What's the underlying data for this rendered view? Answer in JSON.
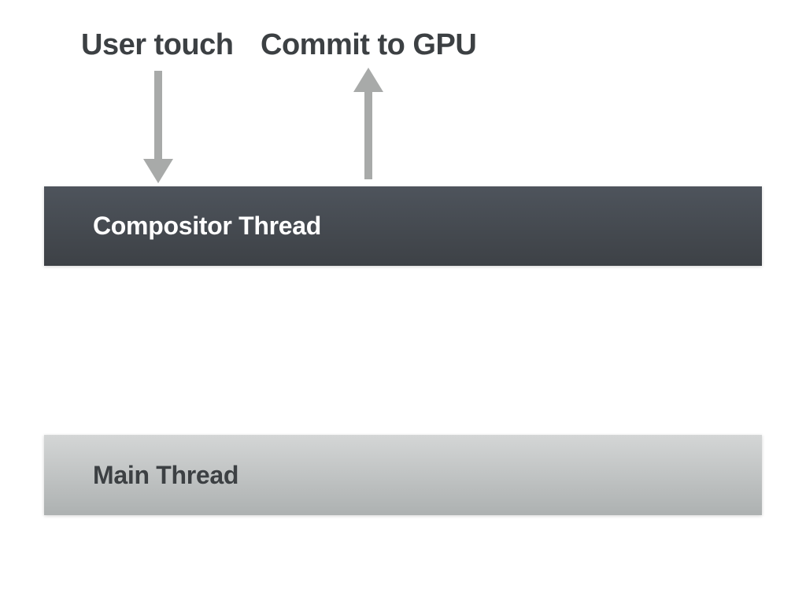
{
  "colors": {
    "background": "#ffffff",
    "label-text": "#3c4043",
    "arrow": "#a8aaa9",
    "compositor-top": "#4e545c",
    "compositor-bottom": "#3d4146",
    "compositor-text": "#ffffff",
    "main-top": "#d4d6d6",
    "main-bottom": "#adb1b1",
    "main-text": "#3c4043"
  },
  "annotations": {
    "user_touch": "User touch",
    "commit_to_gpu": "Commit to GPU"
  },
  "bars": {
    "compositor": {
      "label": "Compositor Thread"
    },
    "main": {
      "label": "Main Thread"
    }
  },
  "arrows": [
    {
      "name": "user-touch-down-arrow",
      "direction": "down"
    },
    {
      "name": "commit-to-gpu-up-arrow",
      "direction": "up"
    }
  ]
}
